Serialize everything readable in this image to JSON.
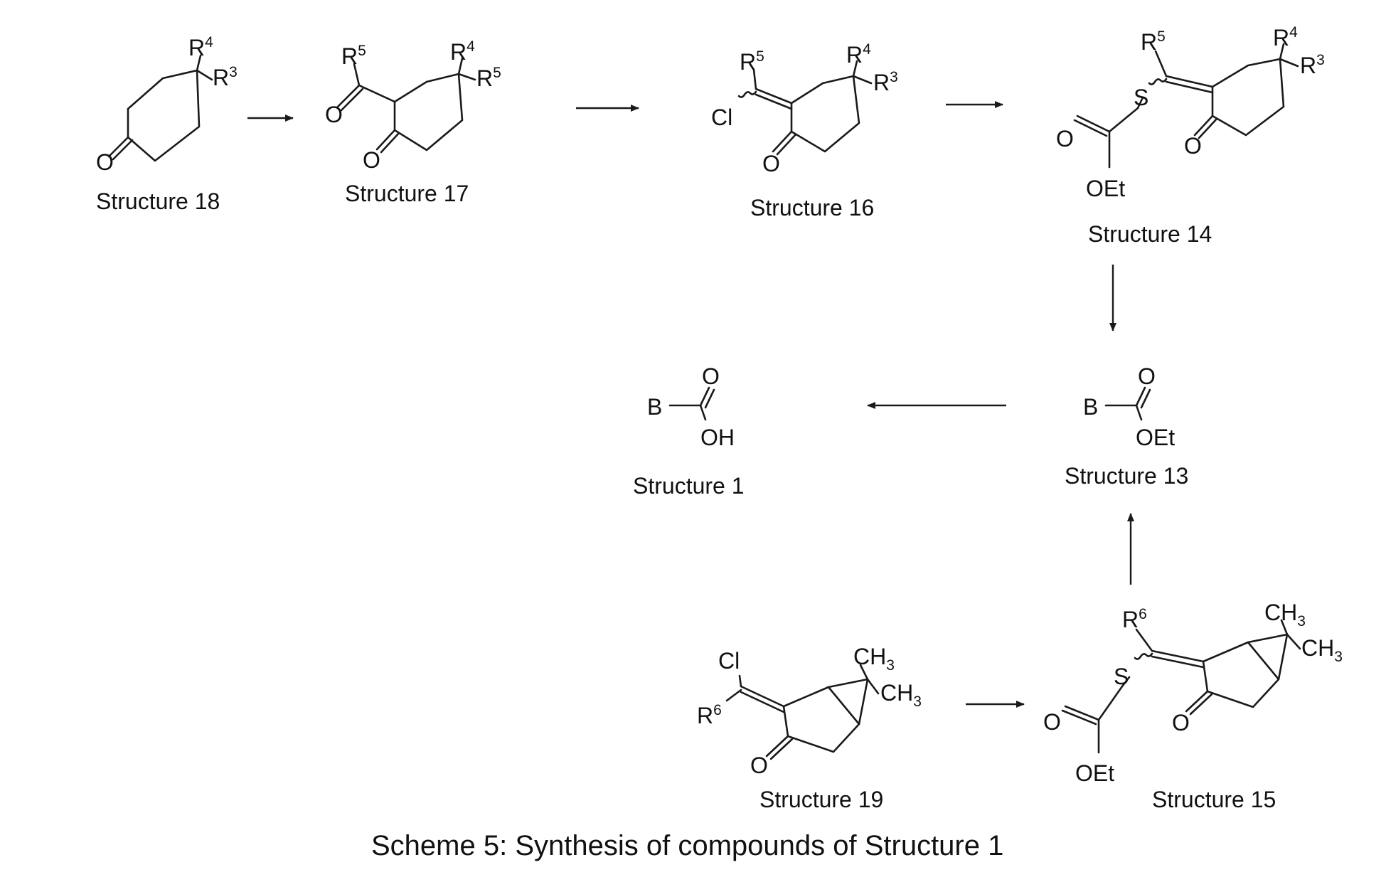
{
  "scheme": {
    "caption": "Scheme 5: Synthesis of compounds of Structure 1"
  },
  "labels": {
    "s18": "Structure 18",
    "s17": "Structure 17",
    "s16": "Structure 16",
    "s14": "Structure 14",
    "s13": "Structure 13",
    "s1": "Structure 1",
    "s19": "Structure 19",
    "s15": "Structure 15"
  },
  "atoms": {
    "R": "R",
    "n3": "3",
    "n4": "4",
    "n5": "5",
    "n6": "6",
    "O": "O",
    "Cl": "Cl",
    "S": "S",
    "B": "B",
    "OEt": "OEt",
    "OH": "OH",
    "CH": "CH",
    "sub3": "3"
  }
}
